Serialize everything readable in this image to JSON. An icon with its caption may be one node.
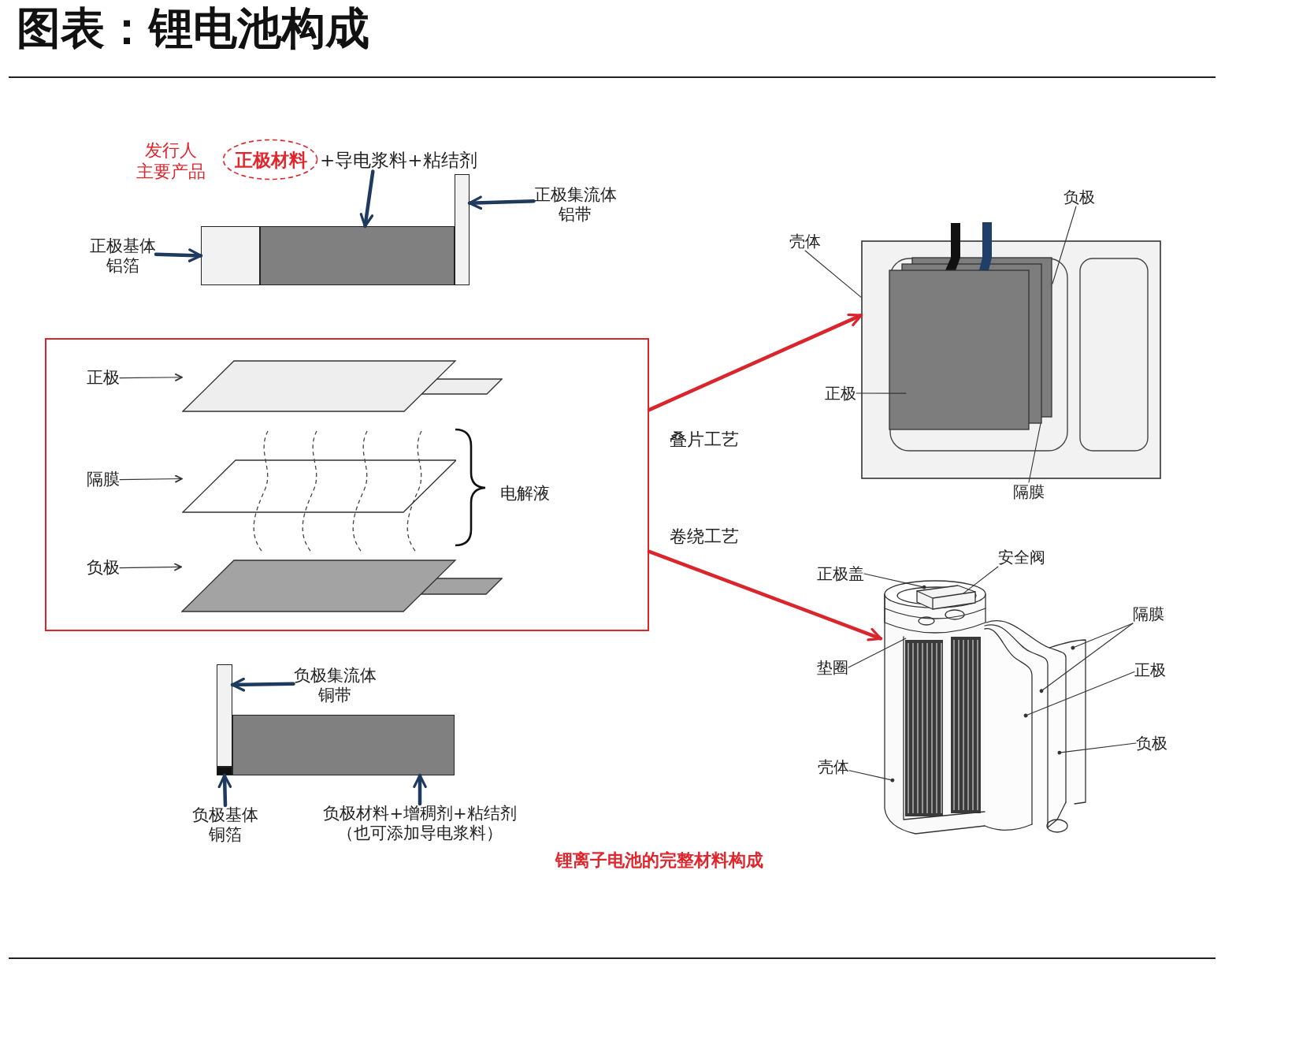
{
  "diagram": {
    "title": "图表：锂电池构成",
    "nodes": [
      {
        "text": [
          "**正极材料**+导电浆料+粘结剂"
        ]
      },
      {
        "text": [
          "正极集流体",
          "铝带"
        ]
      },
      {
        "text": [
          "正极基体",
          "铝箔"
        ]
      },
      {
        "text": [],
        "shape": "bar"
      },
      {
        "text": [],
        "shape": "box"
      },
      {
        "text": [],
        "shape": "box"
      },
      {
        "text": [],
        "shape": "box"
      },
      {
        "text": [
          "正极"
        ],
        "in": 6
      },
      {
        "text": [],
        "shape": "parallelogram",
        "in": 6
      },
      {
        "text": [
          "隔膜"
        ],
        "in": 6
      },
      {
        "text": [],
        "shape": "parallelogram",
        "in": 6
      },
      {
        "text": [
          "负极"
        ],
        "in": 6
      },
      {
        "text": [],
        "shape": "parallelogram",
        "in": 6
      },
      {
        "text": [],
        "shape": "picture"
      },
      {
        "text": [
          "负极"
        ]
      },
      {
        "text": [
          "壳体"
        ]
      },
      {
        "text": [
          "正极"
        ]
      },
      {
        "text": [
          "隔膜"
        ]
      },
      {
        "text": [],
        "shape": "picture"
      },
      {
        "text": [
          "安全阀"
        ]
      },
      {
        "text": [
          "正极盖"
        ]
      },
      {
        "text": [
          "隔膜"
        ]
      },
      {
        "text": [
          "垫圈"
        ]
      },
      {
        "text": [
          "正极"
        ]
      },
      {
        "text": [
          "负极"
        ]
      },
      {
        "text": [
          "壳体"
        ]
      },
      {
        "text": [
          "负极集流体",
          "铜带"
        ]
      },
      {
        "text": [],
        "shape": "bar"
      },
      {
        "text": [],
        "shape": "bar"
      },
      {
        "text": [],
        "shape": "box"
      },
      {
        "text": [
          "负极基体",
          "铜箔"
        ]
      },
      {
        "text": [
          "负极材料+增稠剂+粘结剂",
          "（也可添加导电浆料）"
        ]
      }
    ],
    "edges": [
      {
        "from": 0,
        "to": 5,
        "arrow": "to",
        "style": "thick",
        "color": "#1f3a5f"
      },
      {
        "from": 1,
        "to": 3,
        "arrow": "to",
        "style": "thick",
        "color": "#1f3a5f"
      },
      {
        "from": 2,
        "to": 4,
        "arrow": "to",
        "style": "thick",
        "color": "#1f3a5f"
      },
      {
        "from": 7,
        "to": 8,
        "arrow": "to"
      },
      {
        "from": 9,
        "to": 10,
        "arrow": "to"
      },
      {
        "from": 11,
        "to": 12,
        "arrow": "to"
      },
      {
        "from": 6,
        "to": 13,
        "arrow": "to",
        "label": "叠片工艺",
        "style": "thick",
        "color": "#d9252b"
      },
      {
        "from": 6,
        "to": 18,
        "arrow": "to",
        "label": "卷绕工艺",
        "style": "thick",
        "color": "#d9252b"
      },
      {
        "from": 14,
        "to": 13,
        "arrow": "none"
      },
      {
        "from": 15,
        "to": 13,
        "arrow": "none"
      },
      {
        "from": 16,
        "to": 13,
        "arrow": "none"
      },
      {
        "from": 17,
        "to": 13,
        "arrow": "none"
      },
      {
        "from": 19,
        "to": 18,
        "arrow": "none"
      },
      {
        "from": 20,
        "to": 18,
        "arrow": "other"
      },
      {
        "from": 21,
        "to": 18,
        "arrow": "other"
      },
      {
        "from": 21,
        "to": 18,
        "arrow": "other"
      },
      {
        "from": 22,
        "to": 18,
        "arrow": "none"
      },
      {
        "from": 23,
        "to": 18,
        "arrow": "other"
      },
      {
        "from": 24,
        "to": 18,
        "arrow": "other"
      },
      {
        "from": 25,
        "to": 18,
        "arrow": "other"
      },
      {
        "from": 26,
        "to": 27,
        "arrow": "to",
        "style": "thick",
        "color": "#1f3a5f"
      },
      {
        "from": 30,
        "to": 28,
        "arrow": "to",
        "style": "thick",
        "color": "#1f3a5f"
      },
      {
        "from": 31,
        "to": 29,
        "arrow": "to",
        "style": "thick",
        "color": "#1f3a5f"
      }
    ],
    "labels": [
      "发行人",
      "主要产品",
      "电解液",
      "锂离子电池的完整材料构成"
    ]
  }
}
